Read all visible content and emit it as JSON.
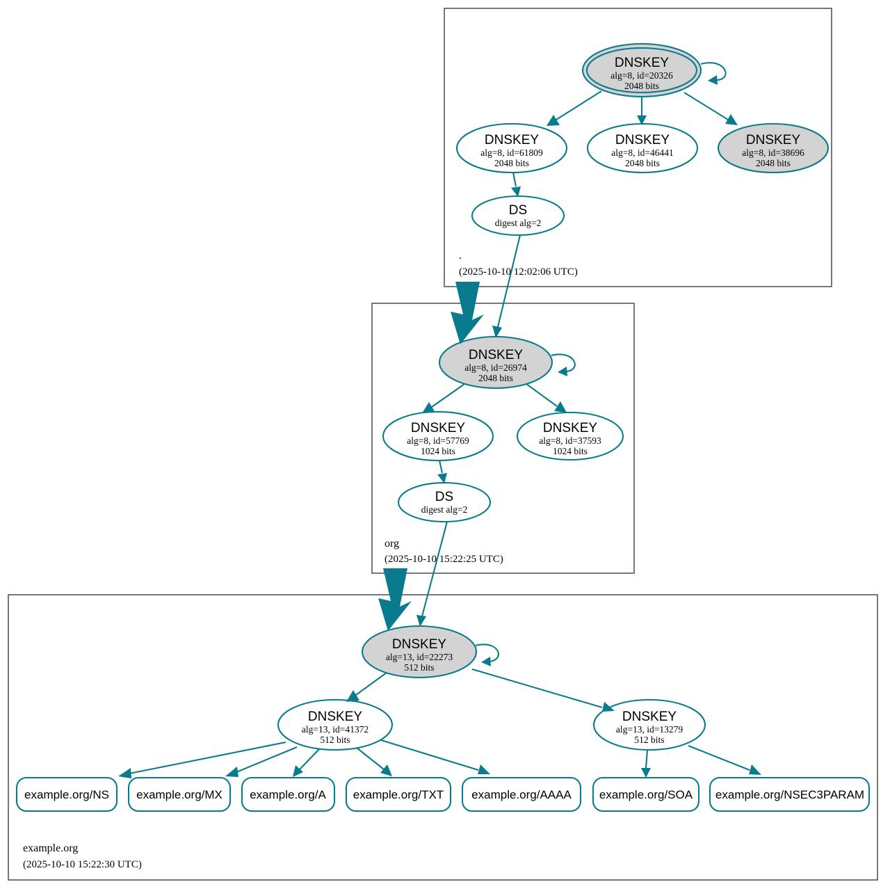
{
  "diagram": {
    "kind": "dnssec-authentication-chain",
    "colors": {
      "accent": "#0a7b8c",
      "secure_key_fill": "#d3d3d3",
      "plain_key_fill": "#ffffff",
      "zone_border": "#565656",
      "text": "#000000",
      "background": "#ffffff"
    }
  },
  "zones": [
    {
      "id": "root",
      "name": ".",
      "timestamp": "(2025-10-10 12:02:06 UTC)",
      "nodes": [
        {
          "id": "root-ksk",
          "type": "DNSKEY",
          "title": "DNSKEY",
          "params": "alg=8, id=20326",
          "size": "2048 bits",
          "alg": 8,
          "key_id": 20326,
          "bits": 2048,
          "role": "trust-anchor-ksk",
          "shaded": true,
          "double_ring": true,
          "self_signed": true
        },
        {
          "id": "root-zsk-61809",
          "type": "DNSKEY",
          "title": "DNSKEY",
          "params": "alg=8, id=61809",
          "size": "2048 bits",
          "alg": 8,
          "key_id": 61809,
          "bits": 2048,
          "role": "zsk",
          "shaded": false,
          "double_ring": false,
          "self_signed": false
        },
        {
          "id": "root-zsk-46441",
          "type": "DNSKEY",
          "title": "DNSKEY",
          "params": "alg=8, id=46441",
          "size": "2048 bits",
          "alg": 8,
          "key_id": 46441,
          "bits": 2048,
          "role": "zsk",
          "shaded": false,
          "double_ring": false,
          "self_signed": false
        },
        {
          "id": "root-zsk-38696",
          "type": "DNSKEY",
          "title": "DNSKEY",
          "params": "alg=8, id=38696",
          "size": "2048 bits",
          "alg": 8,
          "key_id": 38696,
          "bits": 2048,
          "role": "zsk",
          "shaded": true,
          "double_ring": false,
          "self_signed": false
        },
        {
          "id": "root-ds",
          "type": "DS",
          "title": "DS",
          "params": "digest alg=2",
          "size": "",
          "digest_alg": 2,
          "role": "ds",
          "shaded": false,
          "double_ring": false,
          "self_signed": false
        }
      ]
    },
    {
      "id": "org",
      "name": "org",
      "timestamp": "(2025-10-10 15:22:25 UTC)",
      "nodes": [
        {
          "id": "org-ksk",
          "type": "DNSKEY",
          "title": "DNSKEY",
          "params": "alg=8, id=26974",
          "size": "2048 bits",
          "alg": 8,
          "key_id": 26974,
          "bits": 2048,
          "role": "ksk",
          "shaded": true,
          "double_ring": false,
          "self_signed": true
        },
        {
          "id": "org-zsk-57769",
          "type": "DNSKEY",
          "title": "DNSKEY",
          "params": "alg=8, id=57769",
          "size": "1024 bits",
          "alg": 8,
          "key_id": 57769,
          "bits": 1024,
          "role": "zsk",
          "shaded": false,
          "double_ring": false,
          "self_signed": false
        },
        {
          "id": "org-zsk-37593",
          "type": "DNSKEY",
          "title": "DNSKEY",
          "params": "alg=8, id=37593",
          "size": "1024 bits",
          "alg": 8,
          "key_id": 37593,
          "bits": 1024,
          "role": "zsk",
          "shaded": false,
          "double_ring": false,
          "self_signed": false
        },
        {
          "id": "org-ds",
          "type": "DS",
          "title": "DS",
          "params": "digest alg=2",
          "size": "",
          "digest_alg": 2,
          "role": "ds",
          "shaded": false,
          "double_ring": false,
          "self_signed": false
        }
      ]
    },
    {
      "id": "example-org",
      "name": "example.org",
      "timestamp": "(2025-10-10 15:22:30 UTC)",
      "nodes": [
        {
          "id": "eo-ksk",
          "type": "DNSKEY",
          "title": "DNSKEY",
          "params": "alg=13, id=22273",
          "size": "512 bits",
          "alg": 13,
          "key_id": 22273,
          "bits": 512,
          "role": "ksk",
          "shaded": true,
          "double_ring": false,
          "self_signed": true
        },
        {
          "id": "eo-zsk-41372",
          "type": "DNSKEY",
          "title": "DNSKEY",
          "params": "alg=13, id=41372",
          "size": "512 bits",
          "alg": 13,
          "key_id": 41372,
          "bits": 512,
          "role": "zsk",
          "shaded": false,
          "double_ring": false,
          "self_signed": false
        },
        {
          "id": "eo-zsk-13279",
          "type": "DNSKEY",
          "title": "DNSKEY",
          "params": "alg=13, id=13279",
          "size": "512 bits",
          "alg": 13,
          "key_id": 13279,
          "bits": 512,
          "role": "zsk",
          "shaded": false,
          "double_ring": false,
          "self_signed": false
        }
      ],
      "rrsets": [
        {
          "id": "rr-ns",
          "label": "example.org/NS"
        },
        {
          "id": "rr-mx",
          "label": "example.org/MX"
        },
        {
          "id": "rr-a",
          "label": "example.org/A"
        },
        {
          "id": "rr-txt",
          "label": "example.org/TXT"
        },
        {
          "id": "rr-aaaa",
          "label": "example.org/AAAA"
        },
        {
          "id": "rr-soa",
          "label": "example.org/SOA"
        },
        {
          "id": "rr-nsec3param",
          "label": "example.org/NSEC3PARAM"
        }
      ]
    }
  ]
}
